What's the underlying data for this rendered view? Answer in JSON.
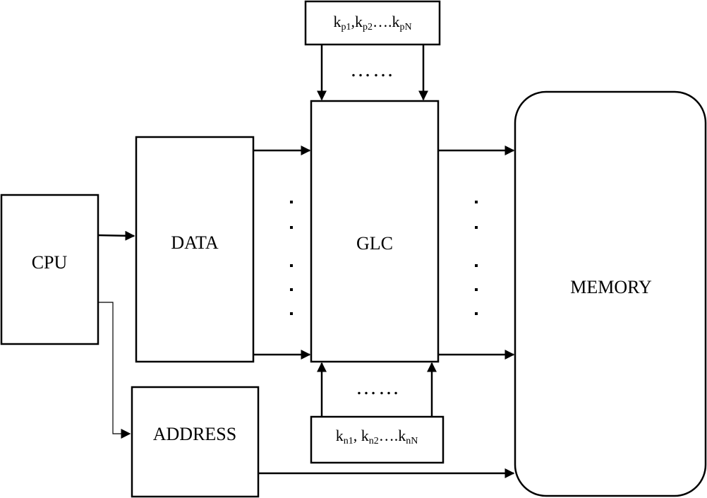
{
  "blocks": {
    "cpu": "CPU",
    "data": "DATA",
    "address": "ADDRESS",
    "glc": "GLC",
    "memory": "MEMORY"
  },
  "coefficients_top": {
    "symbol": "k",
    "sub1": "p1",
    "sep1": ",",
    "sub2": "p2",
    "sep2": "….",
    "subN": "pN"
  },
  "coefficients_bottom": {
    "symbol": "k",
    "sub1": "n1",
    "sep1": ", ",
    "sub2": "n2",
    "sep2": "….",
    "subN": "nN"
  },
  "ellipsis": "……"
}
